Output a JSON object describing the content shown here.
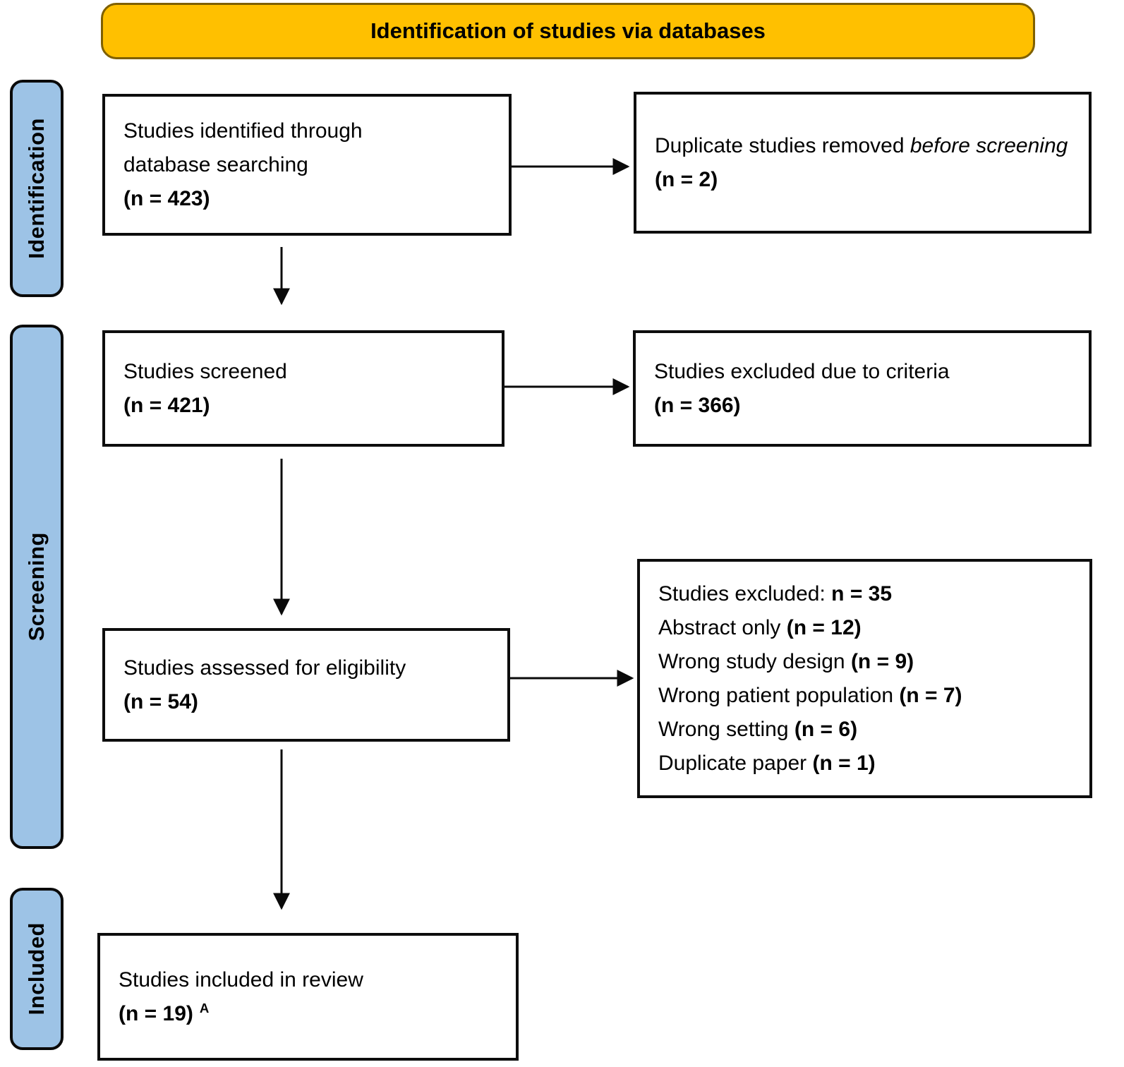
{
  "banner": {
    "title": "Identification of studies via databases"
  },
  "colors": {
    "banner_bg": "#FFC000",
    "banner_border": "#7F6000",
    "stage_bg": "#9DC3E6"
  },
  "stages": [
    {
      "label": "Identification"
    },
    {
      "label": "Screening"
    },
    {
      "label": "Included"
    }
  ],
  "boxes": {
    "identified": {
      "text": "Studies identified through database searching",
      "n": "(n = 423)"
    },
    "duplicates_removed": {
      "text_normal": "Duplicate studies removed ",
      "text_italic": "before screening",
      "n": "(n = 2)"
    },
    "screened": {
      "text": "Studies screened",
      "n": "(n = 421)"
    },
    "excluded_criteria": {
      "text": "Studies excluded due to criteria",
      "n": "(n = 366)"
    },
    "assessed": {
      "text": "Studies assessed for eligibility",
      "n": "(n = 54)"
    },
    "excluded_reasons": {
      "header_text": "Studies excluded: ",
      "header_n": "n = 35",
      "items": [
        {
          "text": "Abstract only ",
          "n": "(n = 12)"
        },
        {
          "text": "Wrong study design ",
          "n": "(n = 9)"
        },
        {
          "text": "Wrong patient population ",
          "n": "(n = 7)"
        },
        {
          "text": "Wrong setting ",
          "n": "(n = 6)"
        },
        {
          "text": "Duplicate paper ",
          "n": "(n = 1)"
        }
      ]
    },
    "included_review": {
      "text": "Studies included in review",
      "n": "(n = 19)",
      "footnote_marker": "A"
    }
  }
}
